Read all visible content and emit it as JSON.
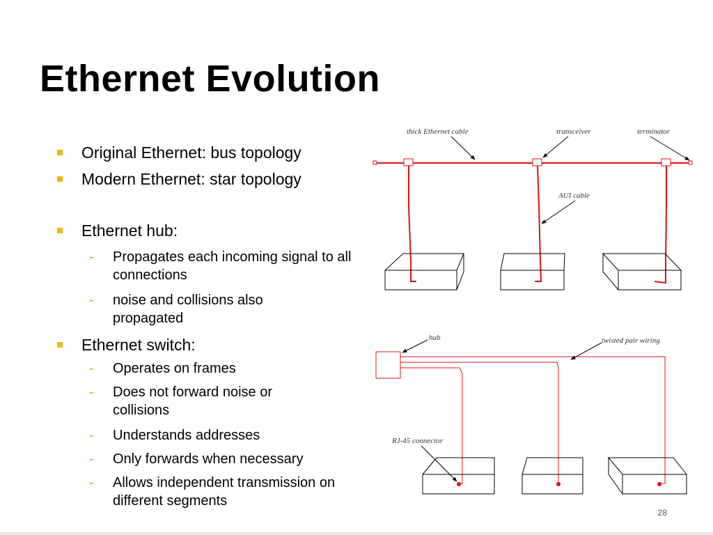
{
  "slide": {
    "title": "Ethernet Evolution",
    "page_number": "28"
  },
  "bullets": [
    {
      "text": "Original Ethernet: bus topology"
    },
    {
      "text": "Modern Ethernet: star topology"
    },
    {
      "text": "Ethernet hub:"
    },
    {
      "text": "Propagates each incoming signal to all connections"
    },
    {
      "text": "noise and collisions also propagated"
    },
    {
      "text": "Ethernet switch:"
    },
    {
      "text": "Operates on frames"
    },
    {
      "text": "Does not forward noise or collisions"
    },
    {
      "text": "Understands addresses"
    },
    {
      "text": "Only forwards when necessary"
    },
    {
      "text": "Allows independent transmission on different segments"
    }
  ],
  "bus_diagram": {
    "label_cable": "thick Ethernet cable",
    "label_transceiver": "transceiver",
    "label_terminator": "terminator",
    "label_aui": "AUI cable"
  },
  "star_diagram": {
    "label_hub": "hub",
    "label_wiring": "twisted pair wiring",
    "label_connector": "RJ-45 connector"
  },
  "colors": {
    "bullet": "#f2b705",
    "dash": "#e8a400",
    "wire": "#e01010"
  }
}
